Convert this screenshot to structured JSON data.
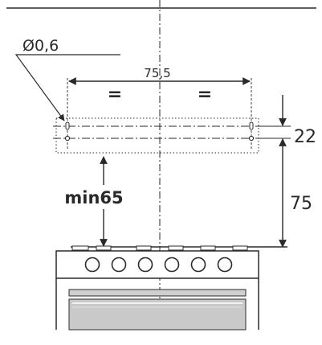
{
  "annotations": {
    "hole_diameter": "Ø0,6",
    "width_dim": "75,5",
    "equal_left": "=",
    "equal_right": "=",
    "spacing_dim": "22",
    "height_dim": "75",
    "min_clearance": "min65"
  },
  "cooktop": {
    "burner_count": 6
  },
  "colors": {
    "ink": "#2a2a2a",
    "dotted": "#555555",
    "background": "#ffffff"
  }
}
